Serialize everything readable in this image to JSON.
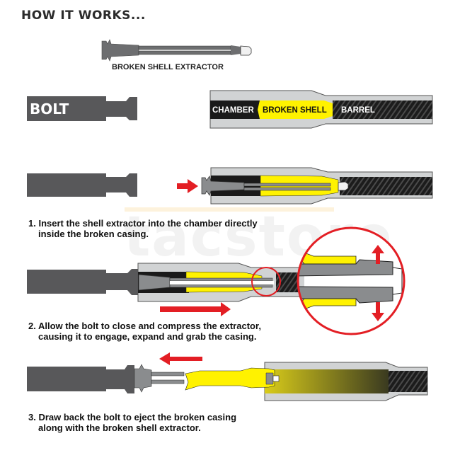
{
  "title": "HOW IT WORKS...",
  "extractor_caption": "BROKEN SHELL EXTRACTOR",
  "bolt_label": "BOLT",
  "barrel_labels": {
    "chamber": "CHAMBER",
    "broken_shell": "BROKEN SHELL",
    "barrel": "BARREL"
  },
  "steps": [
    {
      "line1": "1. Insert the shell extractor into the chamber directly",
      "line2": "inside the broken casing."
    },
    {
      "line1": "2. Allow the bolt to close and compress the extractor,",
      "line2": "causing it to engage, expand and grab the casing."
    },
    {
      "line1": "3. Draw back the bolt to eject the broken casing",
      "line2": "along with the broken shell extractor."
    }
  ],
  "watermark": "tacstore",
  "colors": {
    "bolt": "#58585a",
    "barrel_wall": "#d1d3d4",
    "chamber": "#1a1a1a",
    "shell": "#fff200",
    "extractor": "#8a8c8e",
    "arrow": "#e31e24"
  }
}
